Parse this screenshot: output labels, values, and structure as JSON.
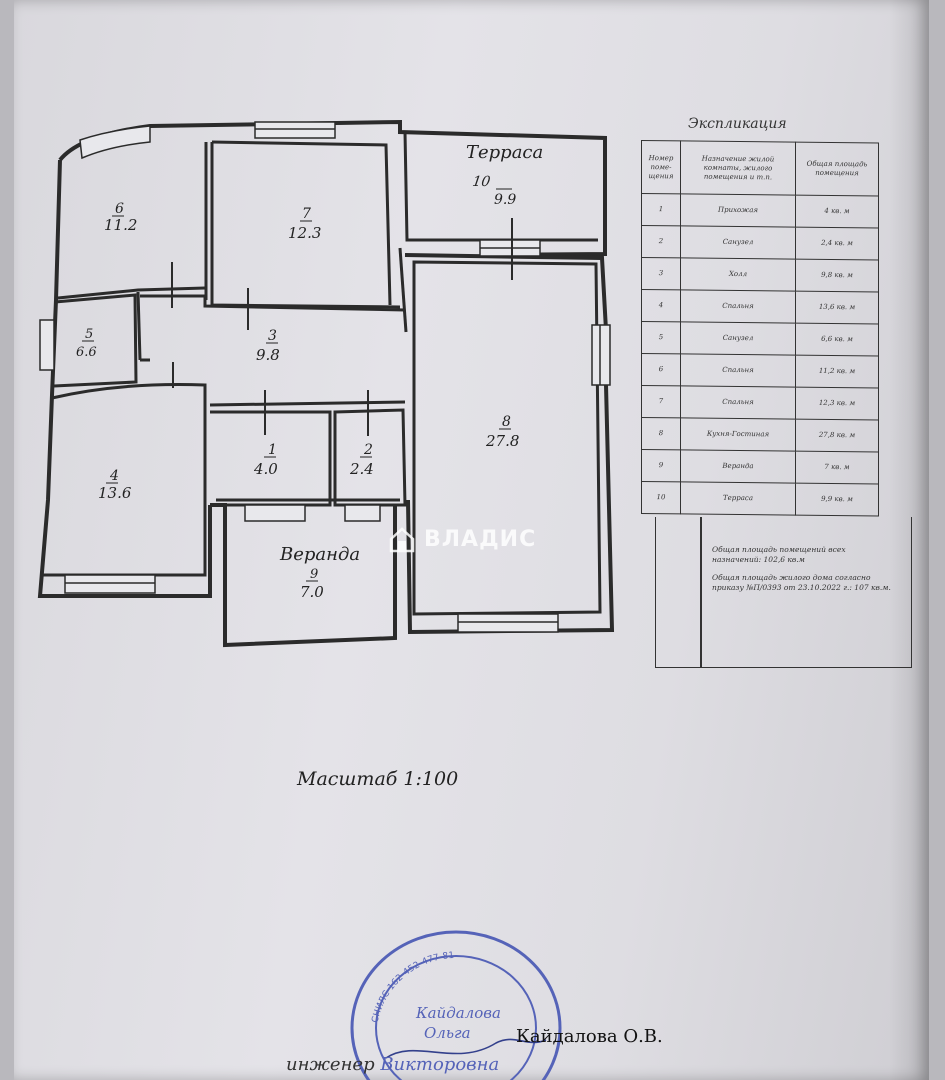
{
  "plan": {
    "rooms": [
      {
        "id": "10",
        "name": "Терраса",
        "area": "9.9"
      },
      {
        "id": "7",
        "area": "12.3"
      },
      {
        "id": "6",
        "area": "11.2"
      },
      {
        "id": "5",
        "area": "6.6"
      },
      {
        "id": "3",
        "area": "9.8"
      },
      {
        "id": "8",
        "area": "27.8"
      },
      {
        "id": "1",
        "area": "4.0"
      },
      {
        "id": "2",
        "area": "2.4"
      },
      {
        "id": "4",
        "area": "13.6"
      },
      {
        "id": "9",
        "name": "Веранда",
        "area": "7.0"
      }
    ]
  },
  "explication": {
    "title": "Экспликация",
    "headers": [
      "Номер поме-щения",
      "Назначение жилой комнаты, жилого помещения и т.п.",
      "Общая площадь помещения"
    ],
    "rows": [
      {
        "num": "1",
        "name": "Прихожая",
        "area": "4 кв. м"
      },
      {
        "num": "2",
        "name": "Санузел",
        "area": "2,4 кв. м"
      },
      {
        "num": "3",
        "name": "Холл",
        "area": "9,8 кв. м"
      },
      {
        "num": "4",
        "name": "Спальня",
        "area": "13,6 кв. м"
      },
      {
        "num": "5",
        "name": "Санузел",
        "area": "6,6 кв. м"
      },
      {
        "num": "6",
        "name": "Спальня",
        "area": "11,2 кв. м"
      },
      {
        "num": "7",
        "name": "Спальня",
        "area": "12,3 кв. м"
      },
      {
        "num": "8",
        "name": "Кухня-Гостиная",
        "area": "27,8 кв. м"
      },
      {
        "num": "9",
        "name": "Веранда",
        "area": "7 кв. м"
      },
      {
        "num": "10",
        "name": "Терраса",
        "area": "9,9 кв. м"
      }
    ],
    "summary_line1": "Общая площадь помещений всех назначений: 102,6 кв.м",
    "summary_line2": "Общая площадь жилого дома согласно приказу №П/0393 от 23.10.2022 г.: 107 кв.м."
  },
  "scale_label": "Масштаб 1:100",
  "watermark": "ВЛАДИС",
  "stamp": {
    "surname": "Кайдалова",
    "first_name": "Ольга",
    "ring_text": "СНИЛС 162-452-477-81"
  },
  "signature": {
    "name": "Кайдалова О.В.",
    "role": "инженер",
    "handwritten": "Викторовна"
  }
}
